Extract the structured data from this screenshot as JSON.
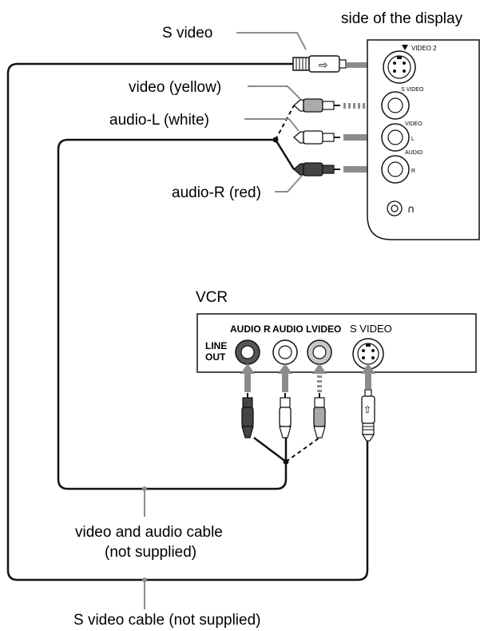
{
  "labels": {
    "side_of_display": "side of the display",
    "s_video": "S video",
    "video_yellow": "video (yellow)",
    "audio_l_white": "audio-L (white)",
    "audio_r_red": "audio-R (red)",
    "vcr": "VCR",
    "video_audio_cable_line1": "video and audio cable",
    "video_audio_cable_line2": "(not supplied)",
    "s_video_cable": "S video cable (not supplied)"
  },
  "display_panel": {
    "video2": "VIDEO 2",
    "s_video": "S VIDEO",
    "video": "VIDEO",
    "l": "L",
    "audio": "AUDIO",
    "r": "R",
    "headphones_glyph": "∩"
  },
  "vcr_panel": {
    "audio_r": "AUDIO R",
    "audio_l": "AUDIO L",
    "video": "VIDEO",
    "s_video": "S VIDEO",
    "line": "LINE",
    "out": "OUT"
  },
  "colors": {
    "cable": "#111111",
    "arrow": "#8c8c8c",
    "red_plug": "#333333",
    "white_plug": "#ffffff",
    "yellow_plug": "#bdbdbd"
  },
  "icons": {
    "arrow": "arrow-right-icon",
    "plug": "rca-plug-icon",
    "s_plug": "s-video-plug-icon",
    "headphones": "headphones-icon"
  }
}
